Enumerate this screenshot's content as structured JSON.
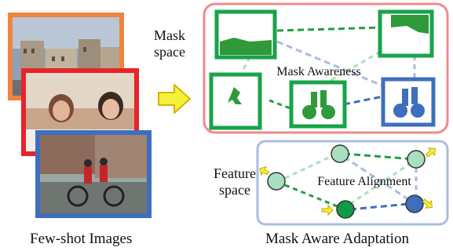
{
  "left_column": {
    "caption": "Few-shot Images",
    "photos": [
      {
        "scene": "street with buildings",
        "frame_color": "#f0843c"
      },
      {
        "scene": "people at dinner table",
        "frame_color": "#e8232a"
      },
      {
        "scene": "tandem bicycle riders",
        "frame_color": "#3e6fbe"
      }
    ]
  },
  "arrow": {
    "fill": "#f5f03a",
    "stroke": "#d4b400"
  },
  "mask_space": {
    "label": "Mask\nspace",
    "panel_title": "Mask Awareness",
    "panel_border_color": "#f08a8a",
    "mask_color": "#2e9a3a",
    "node_border_green": "#19a34a",
    "node_border_blue": "#3e6fbe"
  },
  "feature_space": {
    "label": "Feature\nspace",
    "panel_title": "Feature Alignment",
    "panel_border_color": "#a9bde0",
    "node_fill_light": "#a8e0bf",
    "node_fill_green": "#109c46",
    "node_fill_blue": "#3e6fbe"
  },
  "right_caption": "Mask Aware Adaptation"
}
